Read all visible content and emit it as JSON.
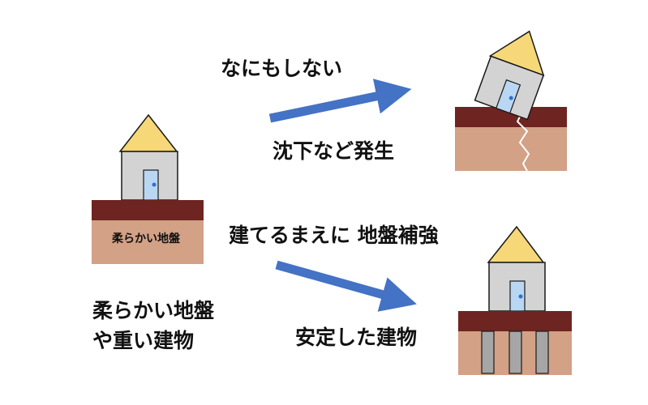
{
  "colors": {
    "roof": "#f6d878",
    "wall": "#d3d3d3",
    "door": "#b9d7f2",
    "door_knob": "#2e6fd1",
    "topsoil": "#6e2420",
    "soil": "#d2a186",
    "pile": "#a6a6a6",
    "arrow": "#4472c4",
    "crack": "#ffffff",
    "outline": "#1a1a1a"
  },
  "icons": {
    "house": "house-icon",
    "arrow": "arrow-right-icon",
    "crack": "crack-icon"
  },
  "labels": {
    "soft_ground_box": "柔らかい地盤",
    "do_nothing": "なにもしない",
    "subsidence": "沈下など発生",
    "reinforce": "建てるまえに 地盤補強",
    "cause_line1": "柔らかい地盤",
    "cause_line2": "や重い建物",
    "stable": "安定した建物"
  }
}
